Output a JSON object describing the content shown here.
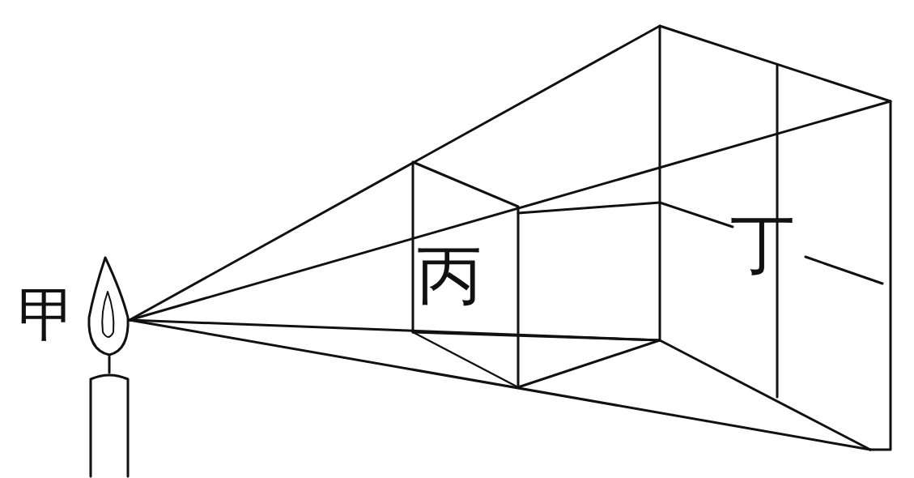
{
  "diagram": {
    "labels": [
      "甲",
      "丙",
      "丁"
    ]
  }
}
